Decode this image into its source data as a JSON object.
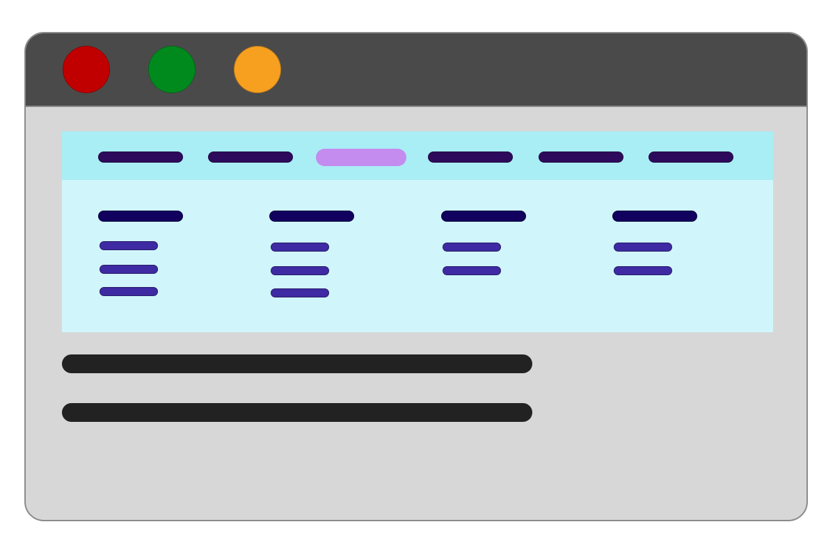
{
  "window": {
    "frame_color": "#d7d7d7",
    "titlebar_color": "#4a4a4a",
    "controls": [
      {
        "name": "close",
        "color": "#c00000"
      },
      {
        "name": "maximize",
        "color": "#008a1e"
      },
      {
        "name": "minimize",
        "color": "#f7a020"
      }
    ]
  },
  "nav": {
    "bar_color": "#a9edf5",
    "item_color": "#2e0a5c",
    "active_color": "#c38cee",
    "active_index": 2,
    "items": [
      {
        "label": ""
      },
      {
        "label": ""
      },
      {
        "label": ""
      },
      {
        "label": ""
      },
      {
        "label": ""
      },
      {
        "label": ""
      }
    ]
  },
  "dropdown": {
    "panel_color": "#d0f6fc",
    "heading_color": "#11005e",
    "link_color": "#3e2aa2",
    "columns": [
      {
        "heading": "",
        "links": [
          "",
          "",
          ""
        ]
      },
      {
        "heading": "",
        "links": [
          "",
          "",
          ""
        ]
      },
      {
        "heading": "",
        "links": [
          "",
          ""
        ]
      },
      {
        "heading": "",
        "links": [
          "",
          ""
        ]
      }
    ]
  },
  "body_text": {
    "line_color": "#222222",
    "lines": [
      "",
      ""
    ]
  }
}
